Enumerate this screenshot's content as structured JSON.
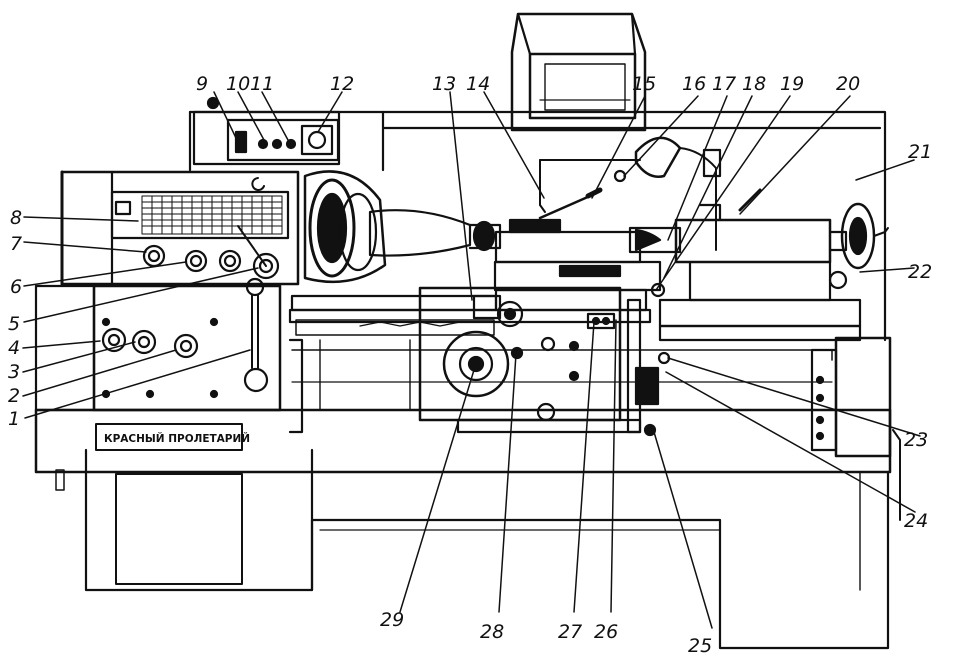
{
  "figure": {
    "nameplate": "КРАСНЫЙ ПРОЛЕТАРИЙ",
    "callouts": [
      {
        "id": "1",
        "label": "1"
      },
      {
        "id": "2",
        "label": "2"
      },
      {
        "id": "3",
        "label": "3"
      },
      {
        "id": "4",
        "label": "4"
      },
      {
        "id": "5",
        "label": "5"
      },
      {
        "id": "6",
        "label": "6"
      },
      {
        "id": "7",
        "label": "7"
      },
      {
        "id": "8",
        "label": "8"
      },
      {
        "id": "9",
        "label": "9"
      },
      {
        "id": "10",
        "label": "10"
      },
      {
        "id": "11",
        "label": "11"
      },
      {
        "id": "12",
        "label": "12"
      },
      {
        "id": "13",
        "label": "13"
      },
      {
        "id": "14",
        "label": "14"
      },
      {
        "id": "15",
        "label": "15"
      },
      {
        "id": "16",
        "label": "16"
      },
      {
        "id": "17",
        "label": "17"
      },
      {
        "id": "18",
        "label": "18"
      },
      {
        "id": "19",
        "label": "19"
      },
      {
        "id": "20",
        "label": "20"
      },
      {
        "id": "21",
        "label": "21"
      },
      {
        "id": "22",
        "label": "22"
      },
      {
        "id": "23",
        "label": "23"
      },
      {
        "id": "24",
        "label": "24"
      },
      {
        "id": "25",
        "label": "25"
      },
      {
        "id": "26",
        "label": "26"
      },
      {
        "id": "27",
        "label": "27"
      },
      {
        "id": "28",
        "label": "28"
      },
      {
        "id": "29",
        "label": "29"
      }
    ]
  }
}
